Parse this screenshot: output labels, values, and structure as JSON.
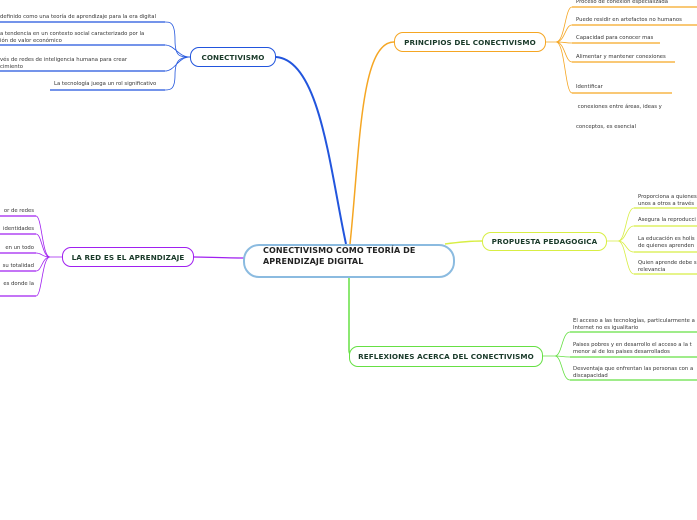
{
  "colors": {
    "conectivismo": "#2255dd",
    "principios": "#f5a623",
    "propuesta": "#d8ee44",
    "reflexiones": "#66e044",
    "la_red": "#a020f0",
    "root_border": "#8bbbe0"
  },
  "root": {
    "line1": "CONECTIVISMO COMO TEORÍA DE",
    "line2": "APRENDIZAJE DIGITAL"
  },
  "branches": {
    "conectivismo": {
      "label": "CONECTIVISMO",
      "items": [
        "definido como una teoría de aprendizaje para la era digital",
        [
          "a tendencia en un contexto social caracterizado por la",
          "ión de valor económico"
        ],
        [
          "vés de redes de inteligencia humana para crear",
          "cimiento"
        ],
        "La tecnología juega un rol significativo"
      ]
    },
    "principios": {
      "label": "PRINCIPIOS DEL CONECTIVISMO",
      "items": [
        "Proceso de conexión especializada",
        "Puede residir en artefactos no humanos",
        "Capacidad para conocer mas",
        "Alimentar y mantener conexiones",
        [
          "Identificar",
          " conexiones entre áreas, ideas y",
          "conceptos, es esencial"
        ]
      ]
    },
    "propuesta": {
      "label": "PROPUESTA PEDAGOGICA",
      "items": [
        [
          "Proporciona a quienes",
          "unos a otros a través"
        ],
        "Asegura la reproducci",
        [
          "La educación es holís",
          "de quienes aprenden"
        ],
        [
          "Quien aprende debe s",
          "relevancia"
        ]
      ]
    },
    "reflexiones": {
      "label": "REFLEXIONES ACERCA DEL CONECTIVISMO",
      "items": [
        [
          "El acceso a las tecnologías, particularmente a",
          "Internet no es igualitario"
        ],
        [
          "Paises pobres y en desarrollo el acceso a la t",
          "menor al de los paises desarrollados"
        ],
        [
          "Desventaja que enfrentan las personas con a",
          "discapacidad"
        ]
      ]
    },
    "la_red": {
      "label": "LA RED ES EL APRENDIZAJE",
      "items": [
        "or de redes",
        "identidades",
        "en un todo",
        "su totalidad",
        "es donde la"
      ]
    }
  }
}
